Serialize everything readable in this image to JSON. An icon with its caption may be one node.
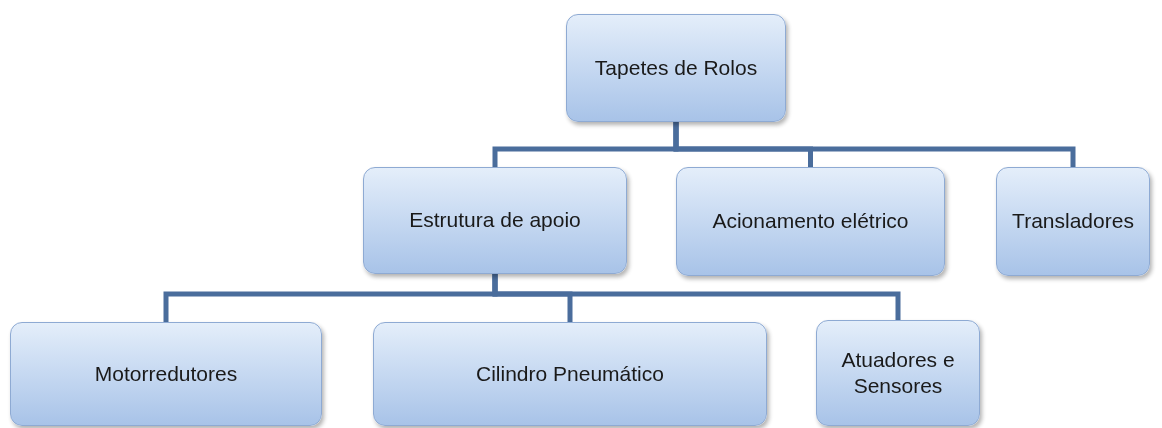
{
  "diagram": {
    "nodes": [
      {
        "text": [
          "Tapetes de Rolos"
        ]
      },
      {
        "text": [
          "Estrutura de apoio"
        ]
      },
      {
        "text": [
          "Acionamento elétrico"
        ]
      },
      {
        "text": [
          "Transladores"
        ]
      },
      {
        "text": [
          "Motorredutores"
        ]
      },
      {
        "text": [
          "Cilindro Pneumático"
        ]
      },
      {
        "text": [
          "Atuadores e Sensores"
        ]
      }
    ],
    "edges": [
      {
        "from": 0,
        "to": 1,
        "arrow": "none"
      },
      {
        "from": 0,
        "to": 2,
        "arrow": "none"
      },
      {
        "from": 0,
        "to": 3,
        "arrow": "none"
      },
      {
        "from": 1,
        "to": 4,
        "arrow": "none"
      },
      {
        "from": 1,
        "to": 5,
        "arrow": "none"
      },
      {
        "from": 1,
        "to": 6,
        "arrow": "none"
      }
    ]
  }
}
